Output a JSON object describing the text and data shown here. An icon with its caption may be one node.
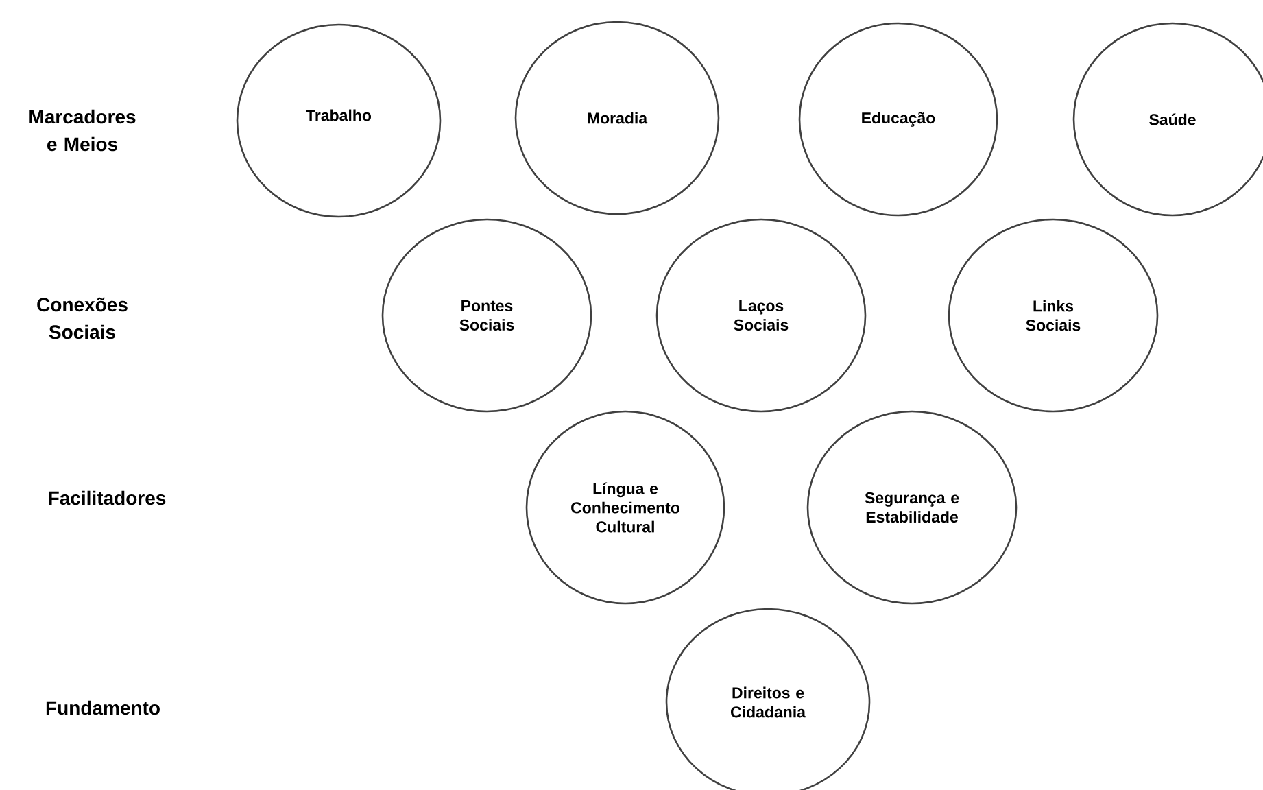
{
  "diagram": {
    "nodes": [
      {
        "text": [
          "Trabalho"
        ]
      },
      {
        "text": [
          "Moradia"
        ]
      },
      {
        "text": [
          "Educação"
        ]
      },
      {
        "text": [
          "Saúde"
        ]
      },
      {
        "text": [
          "Pontes Sociais"
        ]
      },
      {
        "text": [
          "Laços Sociais"
        ]
      },
      {
        "text": [
          "Links Sociais"
        ]
      },
      {
        "text": [
          "Língua e Conhecimento Cultural"
        ]
      },
      {
        "text": [
          "Segurança e Estabilidade"
        ]
      },
      {
        "text": [
          "Direitos e Cidadania"
        ]
      }
    ],
    "labels": [
      "Marcadores e Meios",
      "Conexões Sociais",
      "Facilitadores",
      "Fundamento"
    ]
  }
}
